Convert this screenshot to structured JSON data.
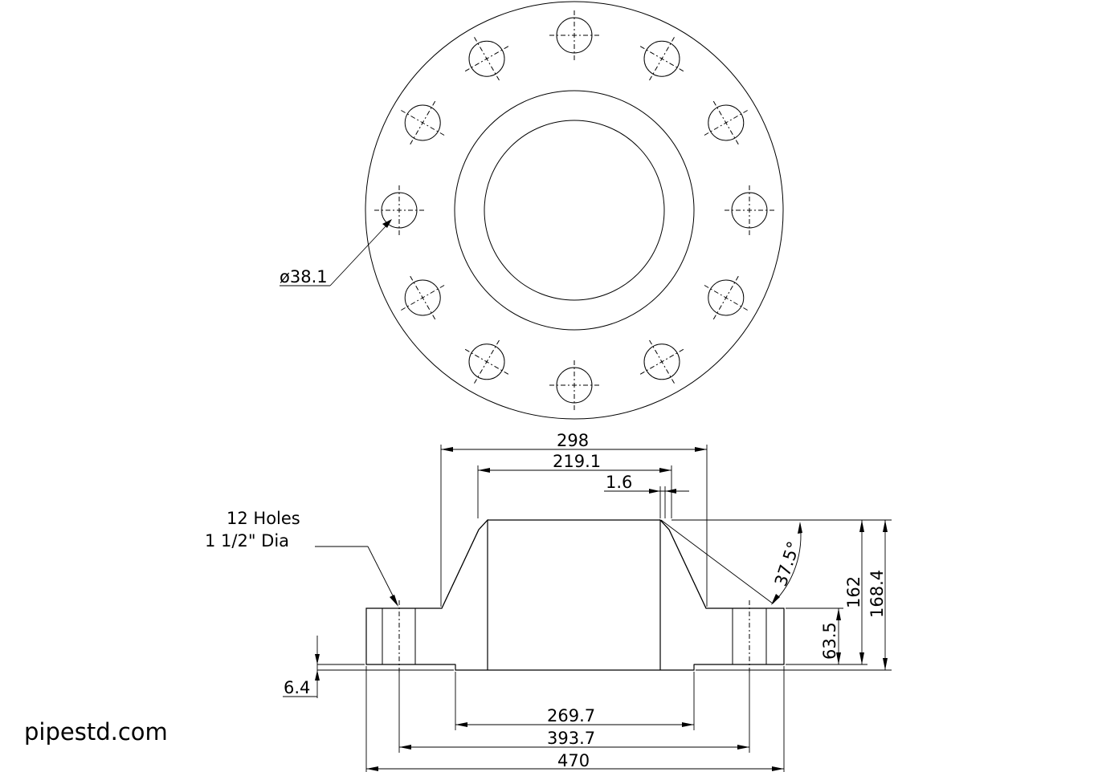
{
  "watermark": "pipestd.com",
  "bolt_hole_count": 12,
  "labels": {
    "hole_dia": "ø38.1",
    "holes_line1": "12 Holes",
    "holes_line2": "1 1/2\" Dia",
    "hub_dia": "298",
    "od_pipe": "219.1",
    "bevel_land": "1.6",
    "bevel_angle": "37.5°",
    "height_hub": "162",
    "height_total": "168.4",
    "flange_thk": "63.5",
    "raised_face": "6.4",
    "raised_face_dia": "269.7",
    "bolt_circle": "393.7",
    "outside_dia": "470"
  },
  "colors": {
    "line": "#000000",
    "hatch": "#000000",
    "background": "#ffffff"
  }
}
